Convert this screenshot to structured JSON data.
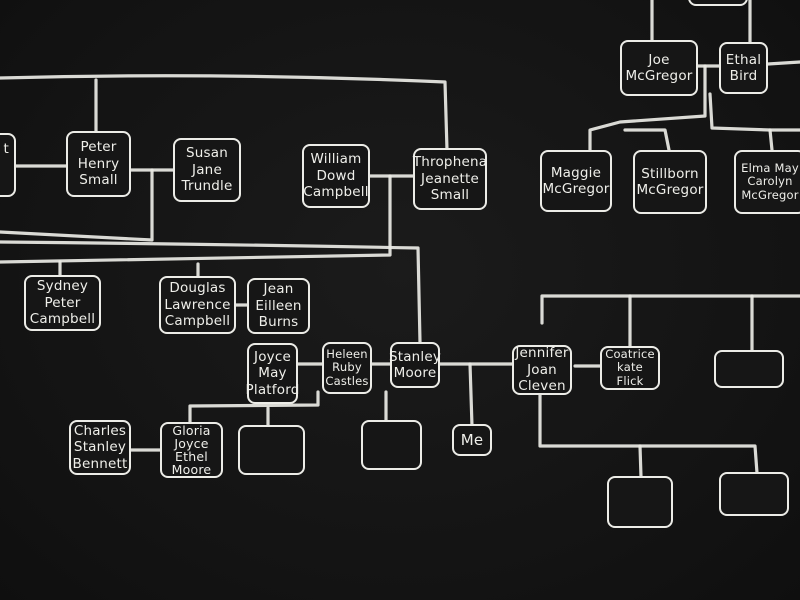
{
  "people": {
    "partial_left": "t",
    "peter": [
      "Peter",
      "Henry",
      "Small"
    ],
    "susan": [
      "Susan",
      "Jane",
      "Trundle"
    ],
    "william": [
      "William",
      "Dowd",
      "Campbell"
    ],
    "throphena": [
      "Throphena",
      "Jeanette",
      "Small"
    ],
    "joe": [
      "Joe",
      "McGregor"
    ],
    "ethal": [
      "Ethal",
      "Bird"
    ],
    "maggie": [
      "Maggie",
      "McGregor"
    ],
    "stillborn": [
      "Stillborn",
      "McGregor"
    ],
    "elma": [
      "Elma May",
      "Carolyn",
      "McGregor"
    ],
    "sydney": [
      "Sydney",
      "Peter",
      "Campbell"
    ],
    "douglas": [
      "Douglas",
      "Lawrence",
      "Campbell"
    ],
    "jean": [
      "Jean",
      "Eilleen",
      "Burns"
    ],
    "joyce": [
      "Joyce",
      "May",
      "Platford"
    ],
    "heleen": [
      "Heleen",
      "Ruby",
      "Castles"
    ],
    "stanley": [
      "Stanley",
      "Moore"
    ],
    "jennifer": [
      "Jennifer",
      "Joan",
      "Cleven"
    ],
    "coatrice": [
      "Coatrice",
      "kate",
      "Flick"
    ],
    "charles": [
      "Charles",
      "Stanley",
      "Bennett"
    ],
    "gloria": [
      "Gloria",
      "Joyce",
      "Ethel",
      "Moore"
    ],
    "me": [
      "Me"
    ]
  }
}
